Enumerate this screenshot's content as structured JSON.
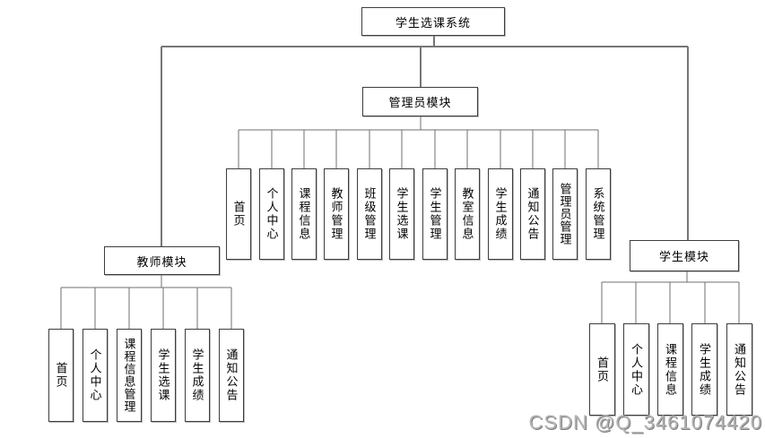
{
  "diagram": {
    "root": {
      "label": "学生选课系统"
    },
    "admin": {
      "label": "管理员模块",
      "children": [
        "首页",
        "个人中心",
        "课程信息",
        "教师管理",
        "班级管理",
        "学生选课",
        "学生管理",
        "教室信息",
        "学生成绩",
        "通知公告",
        "管理员管理",
        "系统管理"
      ]
    },
    "teacher": {
      "label": "教师模块",
      "children": [
        "首页",
        "个人中心",
        "课程信息管理",
        "学生选课",
        "学生成绩",
        "通知公告"
      ]
    },
    "student": {
      "label": "学生模块",
      "children": [
        "首页",
        "个人中心",
        "课程信息",
        "学生成绩",
        "通知公告"
      ]
    },
    "colors": {
      "connector": "#767676",
      "node_border": "#3d3d3d",
      "node_fill": "#ffffff",
      "text": "#000000",
      "watermark": "#b3b3b3"
    }
  },
  "watermark": {
    "text": "CSDN @Q_3461074420"
  }
}
